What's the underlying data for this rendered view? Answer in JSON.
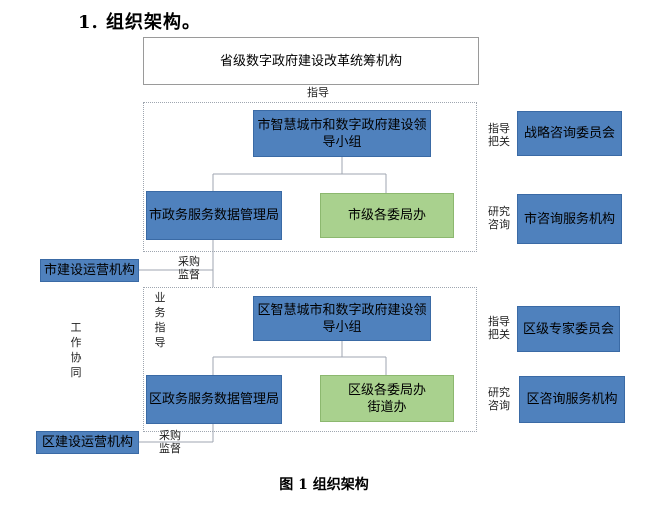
{
  "heading": "1. 组织架构。",
  "top_box": "省级数字政府建设改革统筹机构",
  "guide_label": "指导",
  "city": {
    "leader": "市智慧城市和数字政府建设领导小组",
    "data_bureau": "市政务服务数据管理局",
    "offices": "市级各委局办",
    "side1_label": [
      "指导",
      "把关"
    ],
    "side1_box": "战略咨询委员会",
    "side2_label": [
      "研究",
      "咨询"
    ],
    "side2_box": "市咨询服务机构",
    "operator": "市建设运营机构",
    "procure_label": [
      "采购",
      "监督"
    ]
  },
  "district": {
    "leader": "区智慧城市和数字政府建设领导小组",
    "data_bureau": "区政务服务数据管理局",
    "offices": [
      "区级各委局办",
      "街道办"
    ],
    "side1_label": [
      "指导",
      "把关"
    ],
    "side1_box": "区级专家委员会",
    "side2_label": [
      "研究",
      "咨询"
    ],
    "side2_box": "区咨询服务机构",
    "operator": "区建设运营机构",
    "procure_label": [
      "采购",
      "监督"
    ]
  },
  "business_guide_label": [
    "业",
    "务",
    "指",
    "导"
  ],
  "work_coop_label": [
    "工",
    "作",
    "协",
    "同"
  ],
  "caption": "图 1 组织架构"
}
